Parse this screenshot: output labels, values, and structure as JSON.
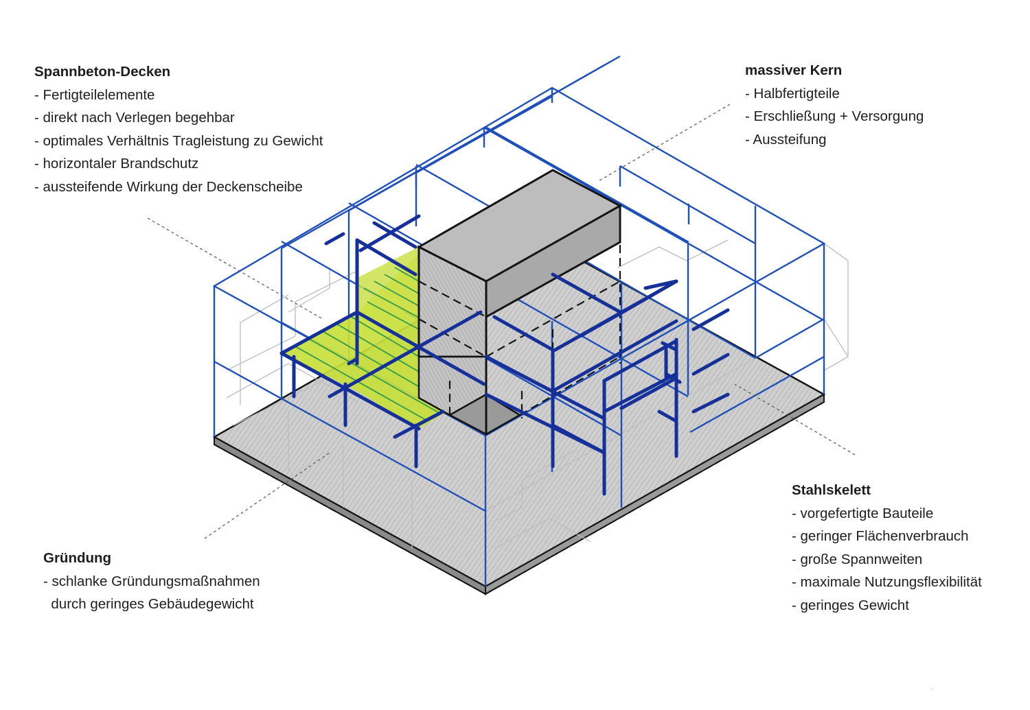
{
  "labels": {
    "decken": {
      "title": "Spannbeton-Decken",
      "lines": [
        "- Fertigteilelemente",
        "- direkt nach Verlegen begehbar",
        "- optimales Verhältnis Tragleistung zu Gewicht",
        "- horizontaler Brandschutz",
        "- aussteifende Wirkung der Deckenscheibe"
      ]
    },
    "kern": {
      "title": "massiver Kern",
      "lines": [
        "- Halbfertigteile",
        "- Erschließung + Versorgung",
        "- Aussteifung"
      ]
    },
    "stahl": {
      "title": "Stahlskelett",
      "lines": [
        "- vorgefertigte Bauteile",
        "- geringer Flächenverbrauch",
        "- große Spannweiten",
        "- maximale Nutzungsflexibilität",
        "- geringes Gewicht"
      ]
    },
    "gruendung": {
      "title": "Gründung",
      "lines": [
        "- schlanke Gründungsmaßnahmen",
        "  durch geringes Gebäudegewicht"
      ]
    }
  },
  "colors": {
    "steel": "#1f4fb8",
    "steel_dark": "#16309a",
    "slab_green": "#c8df3c",
    "slab_stripe": "#2e9a4a",
    "concrete": "#c9c9c9",
    "core_top": "#bdbdbd",
    "core_left": "#d2d2d2",
    "core_right": "#a9a9a9",
    "outline": "#141414",
    "sketch": "#b9b9b9",
    "leader": "#555555"
  }
}
